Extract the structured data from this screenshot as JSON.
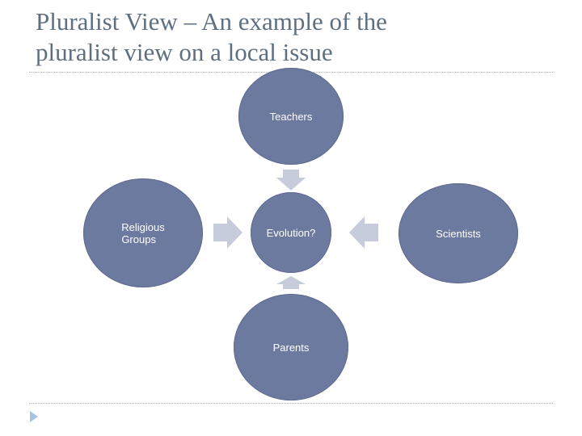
{
  "slide": {
    "title_lines": [
      "Pluralist View – An example of the",
      "pluralist view on a local issue"
    ]
  },
  "diagram": {
    "center": {
      "label": "Evolution?"
    },
    "nodes": {
      "top": {
        "label": "Teachers"
      },
      "left": {
        "label_lines": [
          "Religious",
          "Groups"
        ]
      },
      "right": {
        "label": "Scientists"
      },
      "bottom": {
        "label": "Parents"
      }
    }
  },
  "colors": {
    "title": "#5e6f80",
    "node_fill": "#6d7a9f",
    "arrow_fill": "#c6ccdb",
    "rule": "#a8b4c4",
    "bullet": "#a8c4e0"
  }
}
